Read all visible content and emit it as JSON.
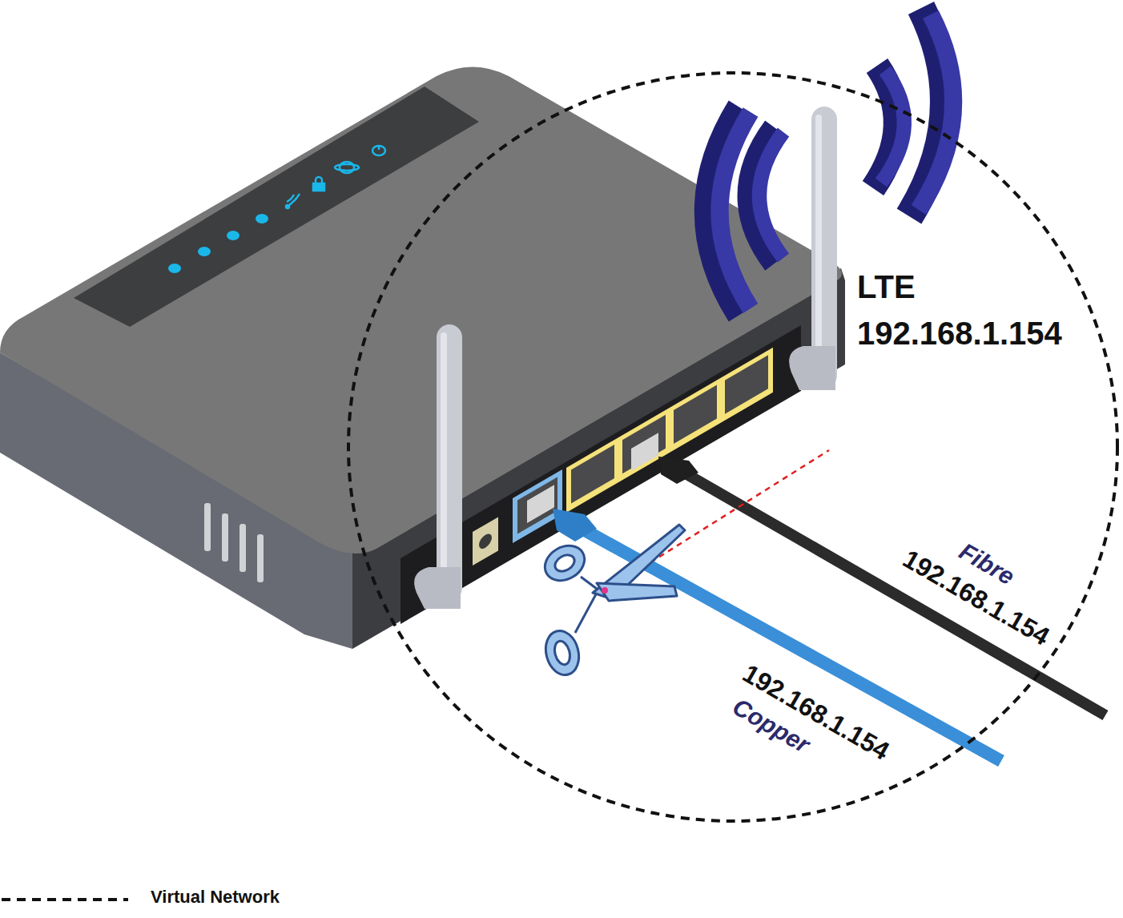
{
  "diagram": {
    "labels": [
      "LTE",
      "192.168.1.154",
      "Fibre",
      "192.168.1.154",
      "192.168.1.154",
      "Copper"
    ],
    "legend": [
      {
        "text": "Virtual Network"
      }
    ]
  }
}
